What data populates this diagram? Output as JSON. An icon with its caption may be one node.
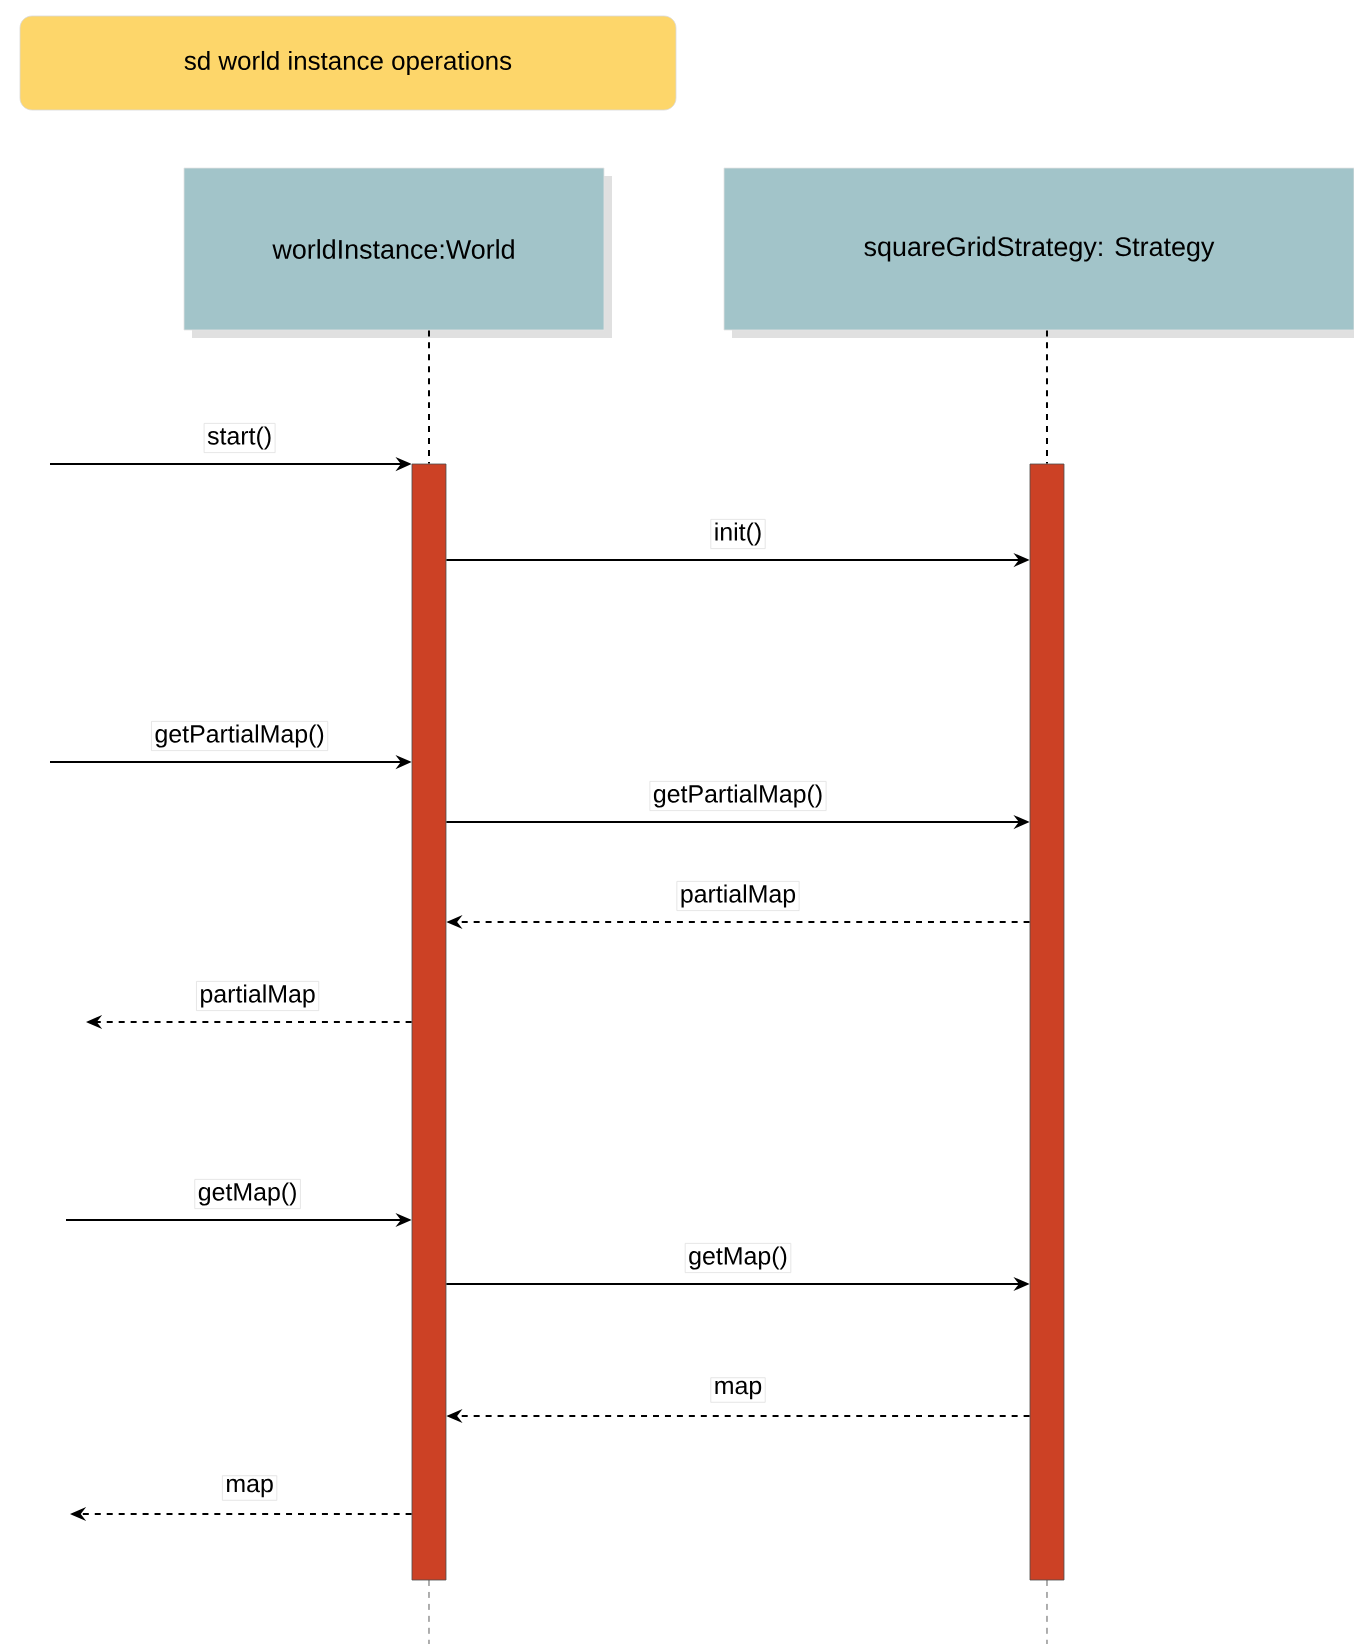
{
  "diagram": {
    "nodes": [
      {
        "text": [
          "sd world instance operations"
        ]
      },
      {
        "text": [
          "worldInstance:World"
        ]
      },
      {
        "text": [
          "squareGridStrategy: Strategy"
        ]
      },
      {
        "text": [],
        "shape": "bar"
      },
      {
        "text": [],
        "shape": "bar"
      }
    ],
    "edges": [
      {
        "from": 1,
        "to": 3,
        "arrow": "none",
        "style": "dashed"
      },
      {
        "from": 2,
        "to": 4,
        "arrow": "none",
        "style": "dashed"
      },
      {
        "from": null,
        "to": 3,
        "arrow": "to",
        "label": "start()"
      },
      {
        "from": 3,
        "to": 4,
        "arrow": "to",
        "label": "init()"
      },
      {
        "from": null,
        "to": 3,
        "arrow": "to",
        "label": "getPartialMap()"
      },
      {
        "from": 3,
        "to": 4,
        "arrow": "to",
        "label": "getPartialMap()"
      },
      {
        "from": 4,
        "to": 3,
        "arrow": "to",
        "label": "partialMap",
        "style": "dashed"
      },
      {
        "from": 3,
        "to": null,
        "arrow": "to",
        "label": "partialMap",
        "style": "dashed"
      },
      {
        "from": null,
        "to": 3,
        "arrow": "to",
        "label": "getMap()"
      },
      {
        "from": 3,
        "to": 4,
        "arrow": "to",
        "label": "getMap()"
      },
      {
        "from": 4,
        "to": 3,
        "arrow": "to",
        "label": "map",
        "style": "dashed"
      },
      {
        "from": 3,
        "to": null,
        "arrow": "to",
        "label": "map",
        "style": "dashed"
      }
    ]
  }
}
